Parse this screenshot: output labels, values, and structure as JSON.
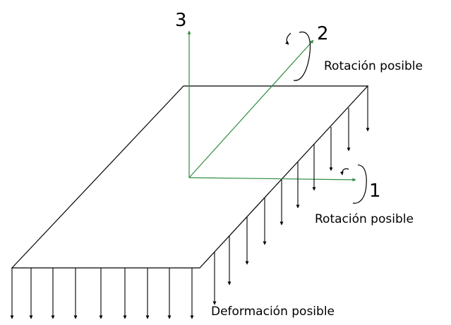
{
  "diagram": {
    "axes": [
      {
        "id": "axis-1",
        "label": "1"
      },
      {
        "id": "axis-2",
        "label": "2"
      },
      {
        "id": "axis-3",
        "label": "3"
      }
    ],
    "annotations": {
      "rotation_axis_2": "Rotación posible",
      "rotation_axis_1": "Rotación posible",
      "deformation": "Deformación posible"
    },
    "colors": {
      "axis": "#2e8b3e",
      "plate": "#000000",
      "background": "#ffffff"
    }
  }
}
